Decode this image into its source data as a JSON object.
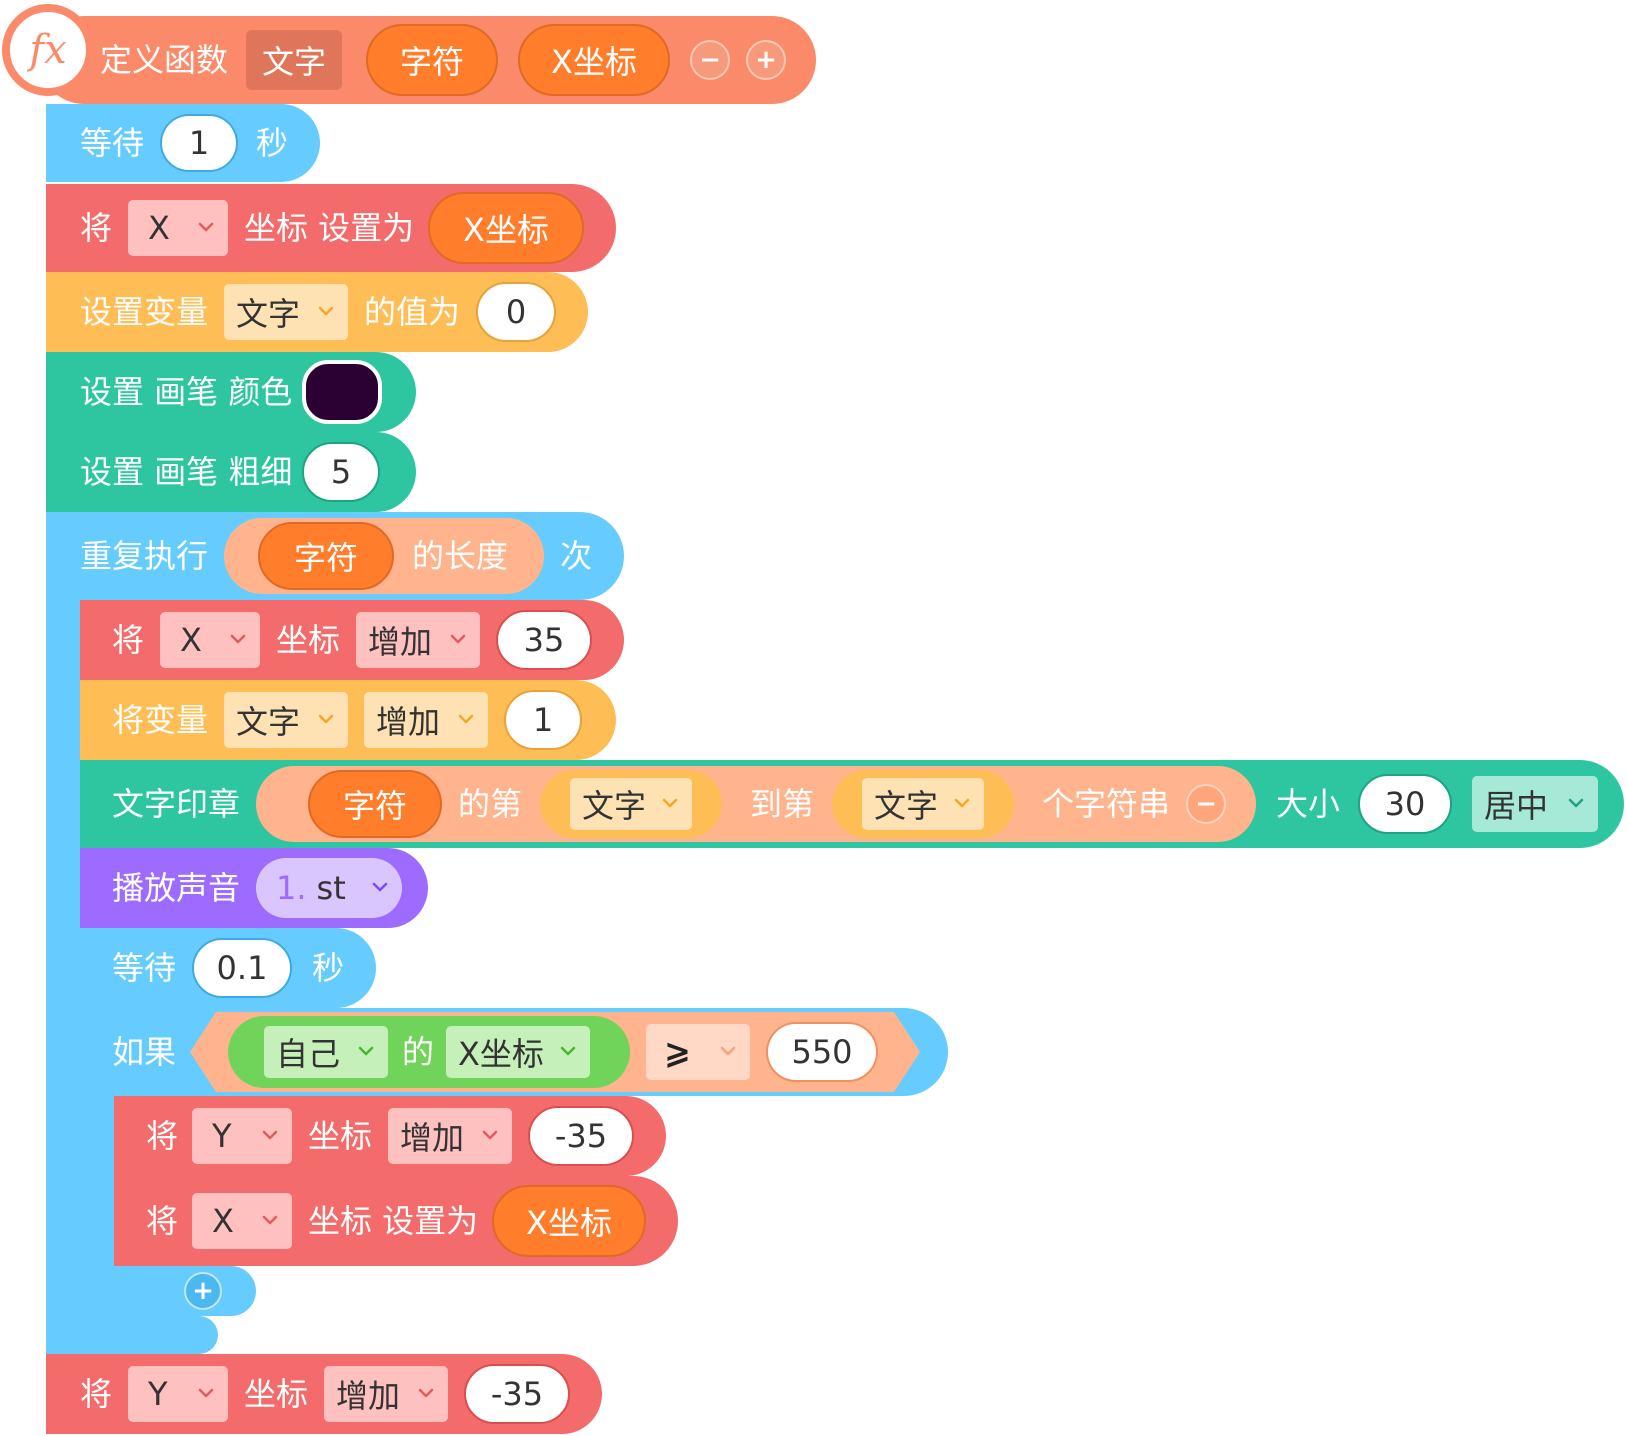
{
  "colors": {
    "function": "#fa8a69",
    "function_dark": "#e07659",
    "control": "#66ccff",
    "motion": "#f36b6b",
    "variable": "#ffbd55",
    "pen": "#2dc6a1",
    "sound": "#9d6bff",
    "reporter_orange": "#ff7d2b",
    "operator_bg": "#ffb48e",
    "sensing": "#71d45a",
    "pen_color_value": "#2b0033"
  },
  "define": {
    "icon_text": "fx",
    "label": "定义函数",
    "name": "文字",
    "params": [
      "字符",
      "X坐标"
    ],
    "minus": "−",
    "plus": "+"
  },
  "wait1": {
    "label": "等待",
    "value": "1",
    "unit": "秒"
  },
  "setx1": {
    "prefix": "将",
    "axis": "X",
    "mid": "坐标 设置为",
    "value": "X坐标"
  },
  "setvar": {
    "label": "设置变量",
    "var": "文字",
    "mid": "的值为",
    "value": "0"
  },
  "pencolor": {
    "label": "设置 画笔 颜色"
  },
  "pensize": {
    "label": "设置 画笔 粗细",
    "value": "5"
  },
  "repeat": {
    "label": "重复执行",
    "param": "字符",
    "of": "的长度",
    "unit": "次"
  },
  "changex": {
    "prefix": "将",
    "axis": "X",
    "mid": "坐标",
    "op": "增加",
    "value": "35"
  },
  "changevar": {
    "label": "将变量",
    "var": "文字",
    "op": "增加",
    "value": "1"
  },
  "stamp": {
    "label": "文字印章",
    "param": "字符",
    "from": "的第",
    "var1": "文字",
    "to": "到第",
    "var2": "文字",
    "suffix": "个字符串",
    "minus": "−",
    "size_label": "大小",
    "size": "30",
    "align": "居中"
  },
  "sound": {
    "label": "播放声音",
    "num": "1.",
    "name": "st"
  },
  "wait2": {
    "label": "等待",
    "value": "0.1",
    "unit": "秒"
  },
  "ifblock": {
    "label": "如果",
    "obj": "自己",
    "of": "的",
    "prop": "X坐标",
    "op": "⩾",
    "value": "550"
  },
  "changey1": {
    "prefix": "将",
    "axis": "Y",
    "mid": "坐标",
    "op": "增加",
    "value": "-35"
  },
  "setx2": {
    "prefix": "将",
    "axis": "X",
    "mid": "坐标 设置为",
    "value": "X坐标"
  },
  "add_button": "+",
  "changey2": {
    "prefix": "将",
    "axis": "Y",
    "mid": "坐标",
    "op": "增加",
    "value": "-35"
  }
}
